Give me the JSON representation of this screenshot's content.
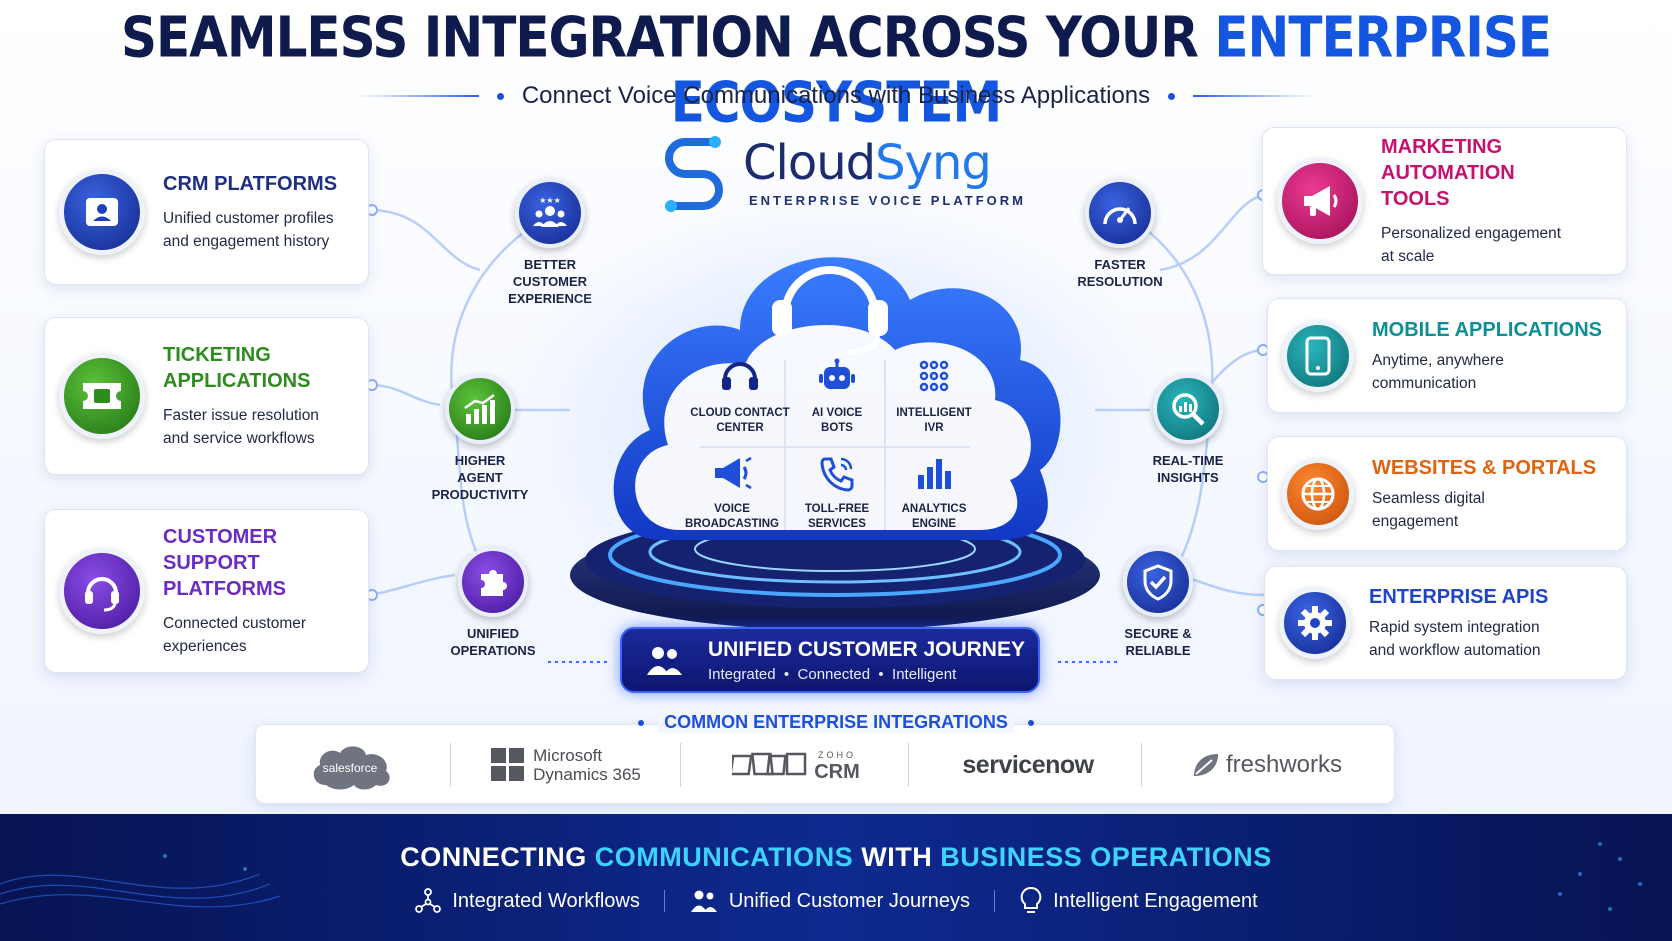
{
  "header": {
    "title_part1": "SEAMLESS INTEGRATION ACROSS YOUR",
    "title_part2": "ENTERPRISE ECOSYSTEM",
    "subtitle": "Connect Voice Communications with Business Applications"
  },
  "brand": {
    "name_part1": "Cloud",
    "name_part2": "Syng",
    "tagline": "ENTERPRISE VOICE PLATFORM"
  },
  "left_cards": [
    {
      "title": "CRM PLATFORMS",
      "desc1": "Unified customer profiles",
      "desc2": "and engagement history",
      "color": "#1e3fb8",
      "icon": "contact-card-icon"
    },
    {
      "title1": "TICKETING",
      "title2": "APPLICATIONS",
      "desc1": "Faster issue resolution",
      "desc2": "and service workflows",
      "color": "#2e8b1e",
      "icon": "ticket-icon"
    },
    {
      "title1": "CUSTOMER SUPPORT",
      "title2": "PLATFORMS",
      "desc1": "Connected customer",
      "desc2": "experiences",
      "color": "#6a2cc4",
      "icon": "headset-icon"
    }
  ],
  "right_cards": [
    {
      "title1": "MARKETING AUTOMATION",
      "title2": "TOOLS",
      "desc1": "Personalized engagement",
      "desc2": "at scale",
      "color": "#c4126e",
      "icon": "megaphone-icon"
    },
    {
      "title": "MOBILE APPLICATIONS",
      "desc1": "Anytime, anywhere",
      "desc2": "communication",
      "color": "#0e8f95",
      "icon": "smartphone-icon"
    },
    {
      "title": "WEBSITES & PORTALS",
      "desc1": "Seamless digital",
      "desc2": "engagement",
      "color": "#e0640f",
      "icon": "globe-icon"
    },
    {
      "title": "ENTERPRISE APIS",
      "desc1": "Rapid system integration",
      "desc2": "and workflow automation",
      "color": "#1f45c4",
      "icon": "gear-icon"
    }
  ],
  "benefits": {
    "better_cx": {
      "l1": "BETTER",
      "l2": "CUSTOMER",
      "l3": "EXPERIENCE"
    },
    "agent_productivity": {
      "l1": "HIGHER",
      "l2": "AGENT",
      "l3": "PRODUCTIVITY"
    },
    "unified_ops": {
      "l1": "UNIFIED",
      "l2": "OPERATIONS"
    },
    "faster_resolution": {
      "l1": "FASTER",
      "l2": "RESOLUTION"
    },
    "realtime_insights": {
      "l1": "REAL-TIME",
      "l2": "INSIGHTS"
    },
    "secure": {
      "l1": "SECURE &",
      "l2": "RELIABLE"
    }
  },
  "services": [
    {
      "l1": "CLOUD CONTACT",
      "l2": "CENTER",
      "icon": "headset-icon"
    },
    {
      "l1": "AI VOICE",
      "l2": "BOTS",
      "icon": "robot-icon"
    },
    {
      "l1": "INTELLIGENT",
      "l2": "IVR",
      "icon": "keypad-icon"
    },
    {
      "l1": "VOICE",
      "l2": "BROADCASTING",
      "icon": "megaphone-icon"
    },
    {
      "l1": "TOLL-FREE",
      "l2": "SERVICES",
      "icon": "phone-icon"
    },
    {
      "l1": "ANALYTICS",
      "l2": "ENGINE",
      "icon": "bar-chart-icon"
    }
  ],
  "journey": {
    "title": "UNIFIED CUSTOMER JOURNEY",
    "sub1": "Integrated",
    "sub2": "Connected",
    "sub3": "Intelligent",
    "bullet": "•"
  },
  "integrations": {
    "title": "COMMON ENTERPRISE INTEGRATIONS",
    "salesforce": "salesforce",
    "ms_l1": "Microsoft",
    "ms_l2": "Dynamics 365",
    "zoho_small": "ZOHO",
    "zoho_big": "CRM",
    "servicenow": "servicenow",
    "freshworks": "freshworks"
  },
  "footer": {
    "t1": "CONNECTING",
    "t2": "COMMUNICATIONS",
    "t3": "WITH",
    "t4": "BUSINESS OPERATIONS",
    "items": [
      "Integrated Workflows",
      "Unified Customer Journeys",
      "Intelligent Engagement"
    ]
  }
}
